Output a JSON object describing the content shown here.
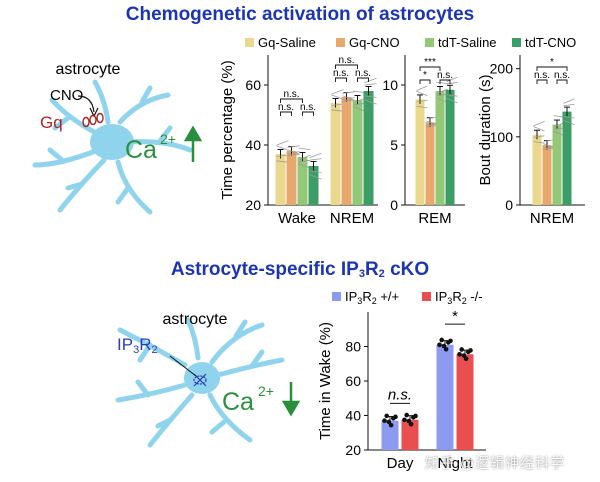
{
  "titles": {
    "chemogenetic": "Chemogenetic activation of astrocytes",
    "cko_prefix": "Astrocyte-specific IP",
    "cko_sub3": "3",
    "cko_r": "R",
    "cko_sub2": "2",
    "cko_suffix": " cKO"
  },
  "diagram_top": {
    "cell_label": "astrocyte",
    "cno_label": "CNO",
    "gq_label": "Gq",
    "ca_label": "Ca",
    "ca_sup": "2+",
    "ca_direction": "up",
    "cell_color": "#8fd3ec",
    "arrow_color": "#2a8f3c",
    "gq_color": "#a82828"
  },
  "diagram_bottom": {
    "cell_label": "astrocyte",
    "ip3r2_label": "IP3R2",
    "ip3r2_prefix": "IP",
    "ip3r2_sub3": "3",
    "ip3r2_r": "R",
    "ip3r2_sub2": "2",
    "ca_label": "Ca",
    "ca_sup": "2+",
    "ca_direction": "down",
    "label_color": "#2a3db5"
  },
  "colors": {
    "gq_saline": "#ead98c",
    "gq_cno": "#e6a86c",
    "tdt_saline": "#93c877",
    "tdt_cno": "#3c9e66",
    "ip3r2_wt": "#8c9aef",
    "ip3r2_ko": "#ea4f4f"
  },
  "chart_data": [
    {
      "type": "bar",
      "legend": [
        "Gq-Saline",
        "Gq-CNO",
        "tdT-Saline",
        "tdT-CNO"
      ],
      "legend_placement": "top",
      "categories": [
        "Wake",
        "NREM"
      ],
      "series": [
        {
          "name": "Gq-Saline",
          "values": [
            37,
            54
          ]
        },
        {
          "name": "Gq-CNO",
          "values": [
            38,
            56
          ]
        },
        {
          "name": "tdT-Saline",
          "values": [
            36,
            55
          ]
        },
        {
          "name": "tdT-CNO",
          "values": [
            33,
            58
          ]
        }
      ],
      "ylabel": "Time percentage (%)",
      "ylim": [
        20,
        70
      ],
      "yticks": [
        20,
        40,
        60
      ],
      "significance": [
        "n.s.",
        "n.s.",
        "n.s.",
        "n.s.",
        "n.s.",
        "n.s."
      ],
      "grid": false
    },
    {
      "type": "bar",
      "categories": [
        "REM"
      ],
      "series": [
        {
          "name": "Gq-Saline",
          "values": [
            8.8
          ]
        },
        {
          "name": "Gq-CNO",
          "values": [
            6.9
          ]
        },
        {
          "name": "tdT-Saline",
          "values": [
            9.5
          ]
        },
        {
          "name": "tdT-CNO",
          "values": [
            9.6
          ]
        }
      ],
      "ylim": [
        0,
        12.5
      ],
      "yticks": [
        0,
        5,
        10
      ],
      "significance": [
        "*",
        "***",
        "n.s."
      ],
      "grid": false
    },
    {
      "type": "bar",
      "categories": [
        "NREM"
      ],
      "series": [
        {
          "name": "Gq-Saline",
          "values": [
            103
          ]
        },
        {
          "name": "Gq-CNO",
          "values": [
            88
          ]
        },
        {
          "name": "tdT-Saline",
          "values": [
            118
          ]
        },
        {
          "name": "tdT-CNO",
          "values": [
            137
          ]
        }
      ],
      "ylabel": "Bout duration (s)",
      "ylim": [
        0,
        220
      ],
      "yticks": [
        0,
        100,
        200
      ],
      "significance": [
        "n.s.",
        "n.s.",
        "*"
      ],
      "grid": false
    },
    {
      "type": "bar",
      "legend": [
        "IP3R2 +/+",
        "IP3R2 -/-"
      ],
      "legend_items": [
        {
          "prefix": "IP",
          "sub3": "3",
          "r": "R",
          "sub2": "2",
          "geno": " +/+"
        },
        {
          "prefix": "IP",
          "sub3": "3",
          "r": "R",
          "sub2": "2",
          "geno": " -/-"
        }
      ],
      "legend_placement": "top",
      "categories": [
        "Day",
        "Night"
      ],
      "series": [
        {
          "name": "IP3R2 +/+",
          "values": [
            37,
            81
          ]
        },
        {
          "name": "IP3R2 -/-",
          "values": [
            37.5,
            75.5
          ]
        }
      ],
      "ylabel": "Time in Wake (%)",
      "ylim": [
        20,
        100
      ],
      "yticks": [
        20,
        40,
        60,
        80
      ],
      "significance": [
        "n.s.",
        "*"
      ],
      "grid": false
    }
  ],
  "watermark": "知乎 @逻辑神经科学"
}
